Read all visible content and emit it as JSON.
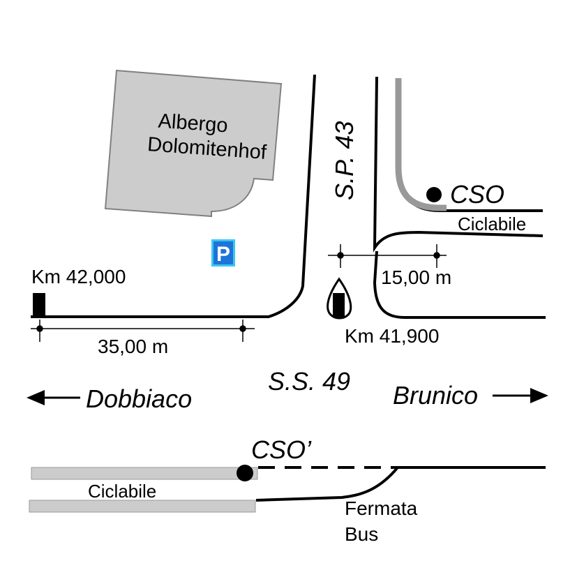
{
  "hotel": {
    "line1": "Albergo",
    "line2": "Dolomitenhof"
  },
  "parking": {
    "label": "P",
    "color": "#1e73d8",
    "border": "#39c6f0"
  },
  "roads": {
    "sp": "S.P. 43",
    "ss": "S.S. 49"
  },
  "directions": {
    "west": "Dobbiaco",
    "east": "Brunico"
  },
  "kilometers": {
    "west_marker": "Km 42,000",
    "east_marker": "Km 41,900"
  },
  "distances": {
    "west_span": "35,00 m",
    "east_span": "15,00 m"
  },
  "points": {
    "cso": "CSO",
    "cso_prime": "CSO’"
  },
  "cycle_path": {
    "north": "Ciclabile",
    "south": "Ciclabile",
    "color": "#cccccc"
  },
  "bus_stop": {
    "line1": "Fermata",
    "line2": "Bus"
  },
  "colors": {
    "building": "#cccccc",
    "building_edge": "#808080",
    "road": "#000000",
    "cycle_edge": "#999999"
  }
}
